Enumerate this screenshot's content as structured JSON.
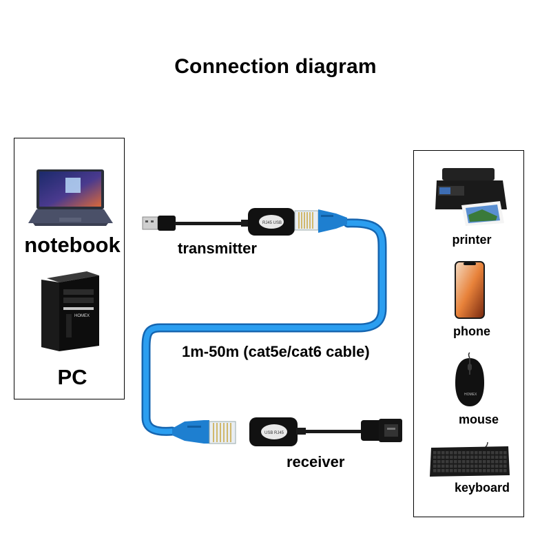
{
  "title": "Connection diagram",
  "host_devices": [
    {
      "label": "notebook",
      "icon": "laptop-icon"
    },
    {
      "label": "PC",
      "icon": "desktop-tower-icon"
    }
  ],
  "peripheral_devices": [
    {
      "label": "printer",
      "icon": "printer-icon"
    },
    {
      "label": "phone",
      "icon": "phone-icon"
    },
    {
      "label": "mouse",
      "icon": "mouse-icon"
    },
    {
      "label": "keyboard",
      "icon": "keyboard-icon"
    }
  ],
  "link": {
    "transmitter_label": "transmitter",
    "receiver_label": "receiver",
    "cable_label": "1m-50m (cat5e/cat6 cable)"
  },
  "colors": {
    "cable": "#1e90e0",
    "cable_dark": "#1565b0",
    "connector_black": "#111111"
  }
}
